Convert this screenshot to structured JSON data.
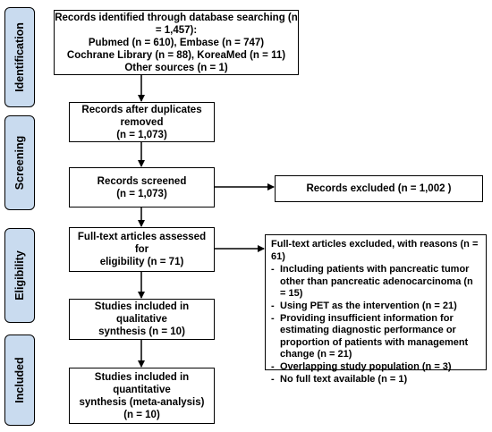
{
  "stages": [
    "Identification",
    "Screening",
    "Eligibility",
    "Included"
  ],
  "identification": {
    "line1": "Records identified through database searching (n = 1,457):",
    "line2": "Pubmed (n = 610), Embase (n = 747)",
    "line3": "Cochrane Library (n = 88), KoreaMed (n = 11)",
    "line4": "Other sources (n = 1)"
  },
  "duplicates": {
    "line1": "Records after duplicates removed",
    "line2": "(n = 1,073)"
  },
  "screened": {
    "line1": "Records screened",
    "line2": "(n = 1,073)"
  },
  "excluded_records": "Records excluded (n = 1,002 )",
  "fulltext": {
    "line1": "Full-text articles assessed for",
    "line2": "eligibility (n = 71)"
  },
  "excluded_fulltext": {
    "title": "Full-text articles excluded, with reasons (n = 61)",
    "reasons": [
      "Including patients with pancreatic tumor other than pancreatic adenocarcinoma (n = 15)",
      "Using PET as the intervention (n = 21)",
      "Providing insufficient information for estimating diagnostic performance or proportion of patients with management change (n = 21)",
      "Overlapping study population (n = 3)",
      "No full text available (n = 1)"
    ]
  },
  "qualitative": {
    "line1": "Studies included in qualitative",
    "line2": "synthesis (n = 10)"
  },
  "quantitative": {
    "line1": "Studies included in quantitative",
    "line2": "synthesis (meta-analysis)",
    "line3": "(n = 10)"
  }
}
